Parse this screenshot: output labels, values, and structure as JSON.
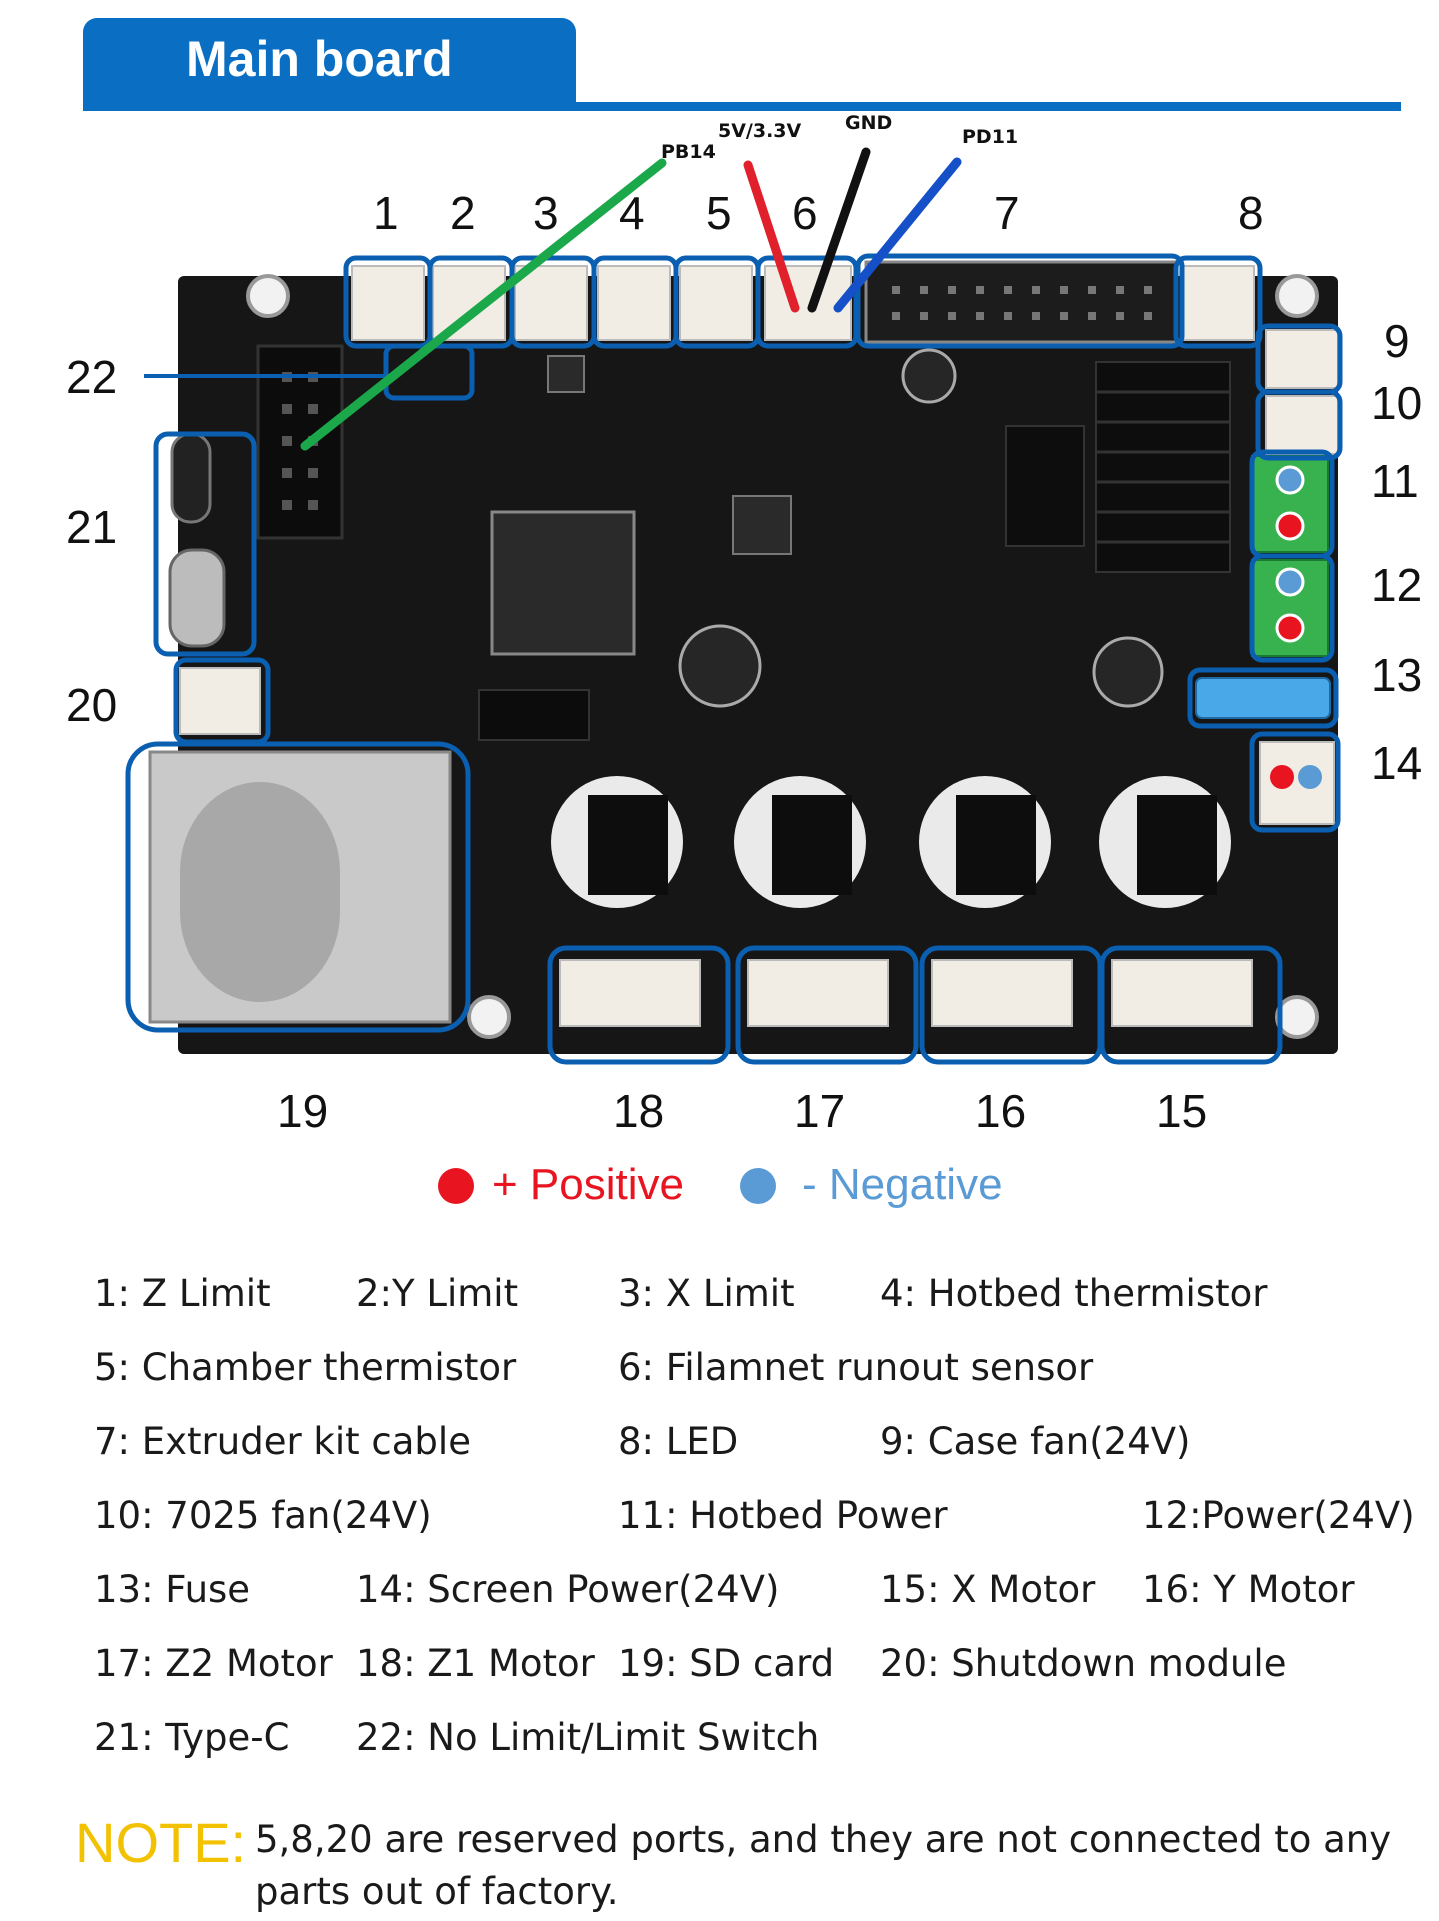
{
  "header": {
    "title": "Main board"
  },
  "wires": [
    {
      "label": "PB14",
      "color": "#1aa84a"
    },
    {
      "label": "5V/3.3V",
      "color": "#e0202a"
    },
    {
      "label": "GND",
      "color": "#111111"
    },
    {
      "label": "PD11",
      "color": "#1550c8"
    }
  ],
  "callouts": {
    "top": [
      "1",
      "2",
      "3",
      "4",
      "5",
      "6",
      "7",
      "8"
    ],
    "right": [
      "9",
      "10",
      "11",
      "12",
      "13",
      "14"
    ],
    "bottom": [
      "19",
      "18",
      "17",
      "16",
      "15"
    ],
    "left": [
      "22",
      "21",
      "20"
    ]
  },
  "legend": {
    "positive": {
      "label": "+ Positive",
      "color": "#e8141f"
    },
    "negative": {
      "label": "- Negative",
      "color": "#5b9bd5"
    }
  },
  "board_colors": {
    "pcb": "#161616",
    "highlight": "#0a5fb0",
    "heatsink": "#0d0d0d"
  },
  "list": [
    [
      "1: Z Limit",
      "2:Y Limit",
      "3: X Limit",
      "4: Hotbed thermistor"
    ],
    [
      "5: Chamber thermistor",
      "6: Filamnet runout sensor"
    ],
    [
      "7: Extruder kit cable",
      "8: LED",
      "9: Case fan(24V)"
    ],
    [
      "10: 7025 fan(24V)",
      "11: Hotbed Power",
      "12:Power(24V)"
    ],
    [
      "13: Fuse",
      "14: Screen Power(24V)",
      "15: X Motor",
      "16: Y Motor"
    ],
    [
      "17: Z2 Motor",
      "18: Z1 Motor",
      "19: SD card",
      "20: Shutdown module"
    ],
    [
      "21: Type-C",
      "22: No Limit/Limit Switch"
    ]
  ],
  "note": {
    "label": "NOTE:",
    "lines": [
      "5,8,20 are reserved ports, and they are not connected to any",
      "parts out of factory."
    ]
  }
}
